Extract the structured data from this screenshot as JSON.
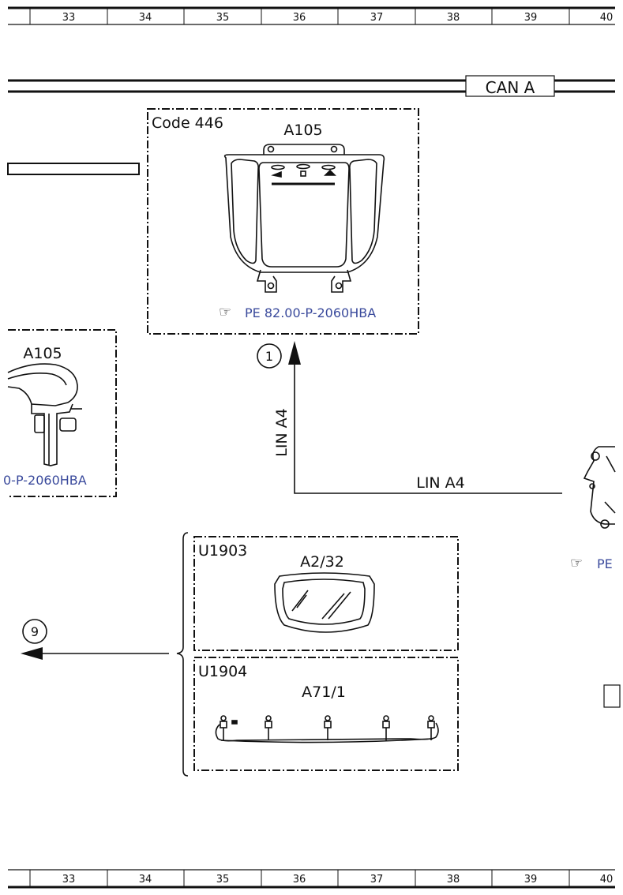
{
  "ruler": {
    "columns": [
      "33",
      "34",
      "35",
      "36",
      "37",
      "38",
      "39",
      "40"
    ]
  },
  "bus": {
    "name": "CAN A"
  },
  "top_box": {
    "code": "Code 446",
    "component": "A105",
    "ref_text": "PE 82.00-P-2060HBA",
    "ref_icon": "pointing-hand-icon"
  },
  "left_box": {
    "component": "A105",
    "ref_text": "0-P-2060HBA"
  },
  "markers": {
    "top": "1",
    "left": "9"
  },
  "connections": {
    "lin_vertical": "LIN A4",
    "lin_horizontal": "LIN A4"
  },
  "right_ref": {
    "ref_text": "PE",
    "ref_icon": "pointing-hand-icon"
  },
  "group": {
    "unit1": {
      "code": "U1903",
      "component": "A2/32"
    },
    "unit2": {
      "code": "U1904",
      "component": "A71/1"
    }
  },
  "colors": {
    "link": "#3a4a9c",
    "line": "#111111"
  }
}
